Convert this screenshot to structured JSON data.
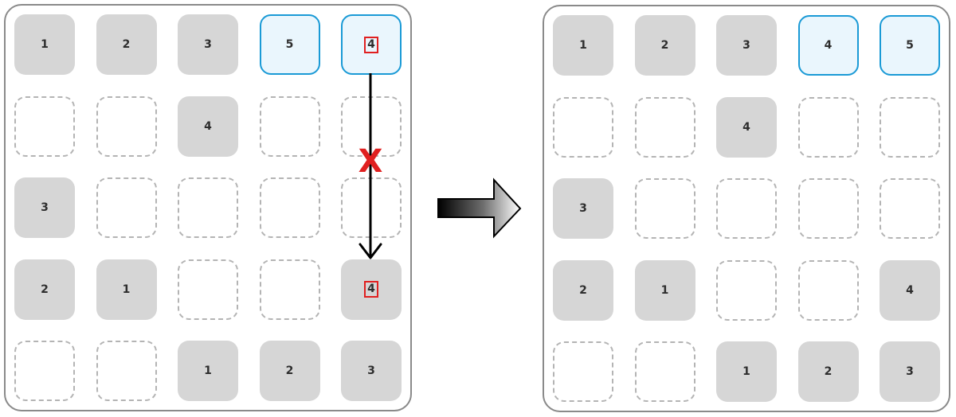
{
  "boards": [
    {
      "id": "left",
      "rows": [
        [
          {
            "v": "1",
            "s": "filled"
          },
          {
            "v": "2",
            "s": "filled"
          },
          {
            "v": "3",
            "s": "filled"
          },
          {
            "v": "5",
            "s": "highlight"
          },
          {
            "v": "4",
            "s": "highlight",
            "marked": true
          }
        ],
        [
          {
            "v": "",
            "s": "empty"
          },
          {
            "v": "",
            "s": "empty"
          },
          {
            "v": "4",
            "s": "filled"
          },
          {
            "v": "",
            "s": "empty"
          },
          {
            "v": "",
            "s": "empty"
          }
        ],
        [
          {
            "v": "3",
            "s": "filled"
          },
          {
            "v": "",
            "s": "empty"
          },
          {
            "v": "",
            "s": "empty"
          },
          {
            "v": "",
            "s": "empty"
          },
          {
            "v": "",
            "s": "empty"
          }
        ],
        [
          {
            "v": "2",
            "s": "filled"
          },
          {
            "v": "1",
            "s": "filled"
          },
          {
            "v": "",
            "s": "empty"
          },
          {
            "v": "",
            "s": "empty"
          },
          {
            "v": "4",
            "s": "filled",
            "marked": true
          }
        ],
        [
          {
            "v": "",
            "s": "empty"
          },
          {
            "v": "",
            "s": "empty"
          },
          {
            "v": "1",
            "s": "filled"
          },
          {
            "v": "2",
            "s": "filled"
          },
          {
            "v": "3",
            "s": "filled"
          }
        ]
      ]
    },
    {
      "id": "right",
      "rows": [
        [
          {
            "v": "1",
            "s": "filled"
          },
          {
            "v": "2",
            "s": "filled"
          },
          {
            "v": "3",
            "s": "filled"
          },
          {
            "v": "4",
            "s": "highlight"
          },
          {
            "v": "5",
            "s": "highlight"
          }
        ],
        [
          {
            "v": "",
            "s": "empty"
          },
          {
            "v": "",
            "s": "empty"
          },
          {
            "v": "4",
            "s": "filled"
          },
          {
            "v": "",
            "s": "empty"
          },
          {
            "v": "",
            "s": "empty"
          }
        ],
        [
          {
            "v": "3",
            "s": "filled"
          },
          {
            "v": "",
            "s": "empty"
          },
          {
            "v": "",
            "s": "empty"
          },
          {
            "v": "",
            "s": "empty"
          },
          {
            "v": "",
            "s": "empty"
          }
        ],
        [
          {
            "v": "2",
            "s": "filled"
          },
          {
            "v": "1",
            "s": "filled"
          },
          {
            "v": "",
            "s": "empty"
          },
          {
            "v": "",
            "s": "empty"
          },
          {
            "v": "4",
            "s": "filled"
          }
        ],
        [
          {
            "v": "",
            "s": "empty"
          },
          {
            "v": "",
            "s": "empty"
          },
          {
            "v": "1",
            "s": "filled"
          },
          {
            "v": "2",
            "s": "filled"
          },
          {
            "v": "3",
            "s": "filled"
          }
        ]
      ]
    }
  ],
  "conflict_mark": "X",
  "colors": {
    "filled": "#d6d6d6",
    "highlight_fill": "#eaf6fd",
    "highlight_border": "#1a9ad6",
    "mark": "#e02020",
    "empty_border": "#b4b4b4"
  },
  "icons": {
    "conflict_arrow": "down-arrow-icon",
    "transform_arrow": "right-arrow-icon",
    "conflict_mark": "cross-icon"
  }
}
